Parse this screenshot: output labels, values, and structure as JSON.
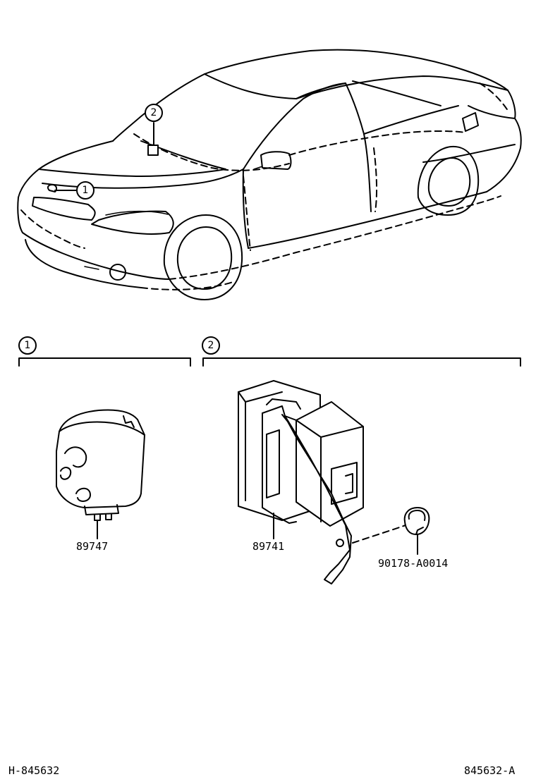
{
  "callouts": {
    "one": "1",
    "two": "2"
  },
  "sections": {
    "one": {
      "number": "1",
      "part_number": "89747"
    },
    "two": {
      "number": "2",
      "part_number": "89741",
      "fastener_part_number": "90178-A0014"
    }
  },
  "footer": {
    "left_code": "H-845632",
    "right_code": "845632-A"
  }
}
